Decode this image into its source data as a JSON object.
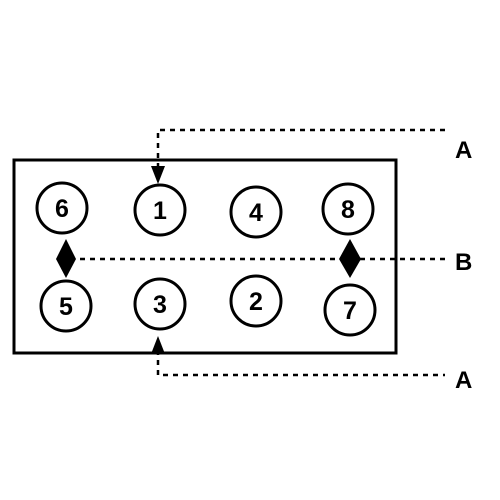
{
  "bolts": {
    "top_row": [
      "6",
      "1",
      "4",
      "8"
    ],
    "bottom_row": [
      "5",
      "3",
      "2",
      "7"
    ]
  },
  "labels": {
    "upper_reference": "A",
    "middle_reference": "B",
    "lower_reference": "A"
  }
}
